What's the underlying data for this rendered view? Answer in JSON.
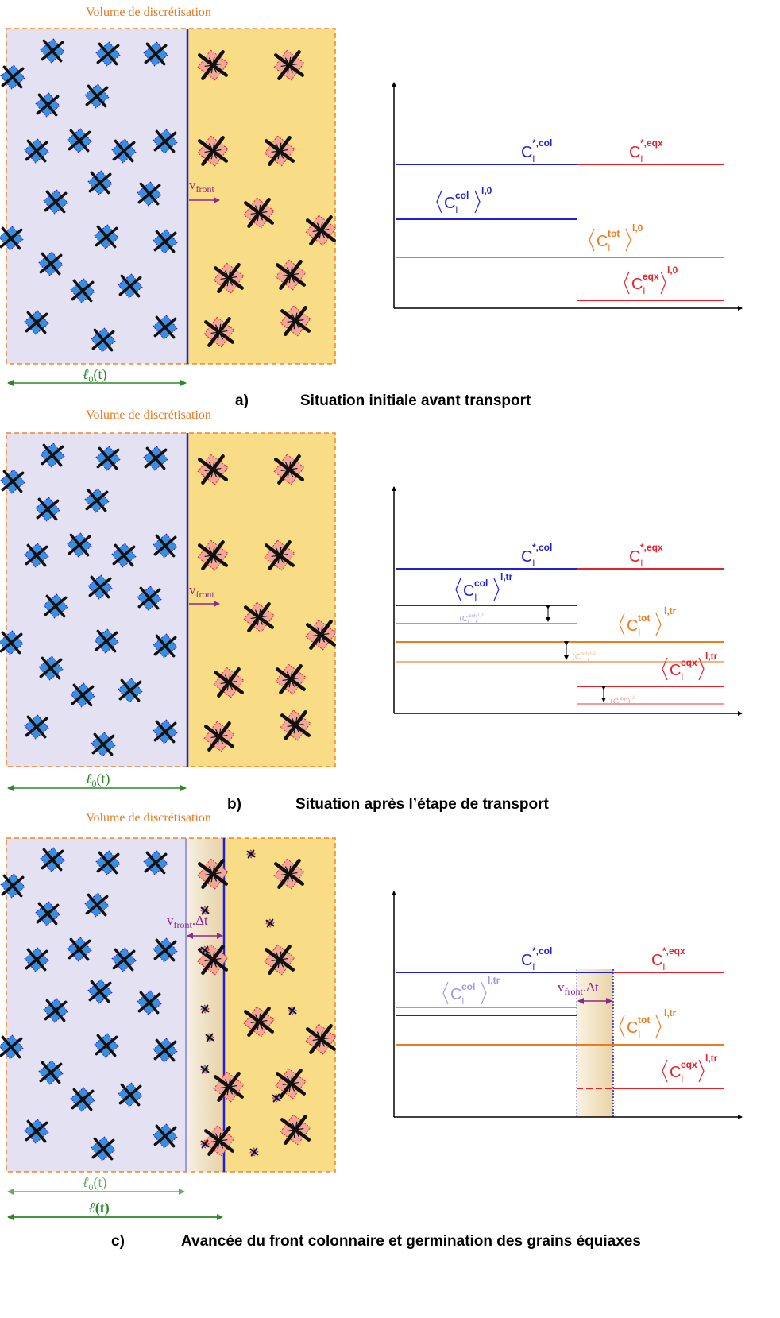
{
  "panels": [
    {
      "id": "a",
      "volume_label": "Volume de discrétisation",
      "letter": "a)",
      "caption": "Situation initiale avant transport",
      "ell0": "ℓ",
      "ell0_sub": "0",
      "ell0_suffix": "(t)",
      "vfront": "v",
      "vfront_sub": "front"
    },
    {
      "id": "b",
      "volume_label": "Volume de discrétisation",
      "letter": "b)",
      "caption": "Situation après l’étape de transport",
      "ell0": "ℓ",
      "ell0_sub": "0",
      "ell0_suffix": "(t)",
      "vfront": "v",
      "vfront_sub": "front"
    },
    {
      "id": "c",
      "volume_label": "Volume de discrétisation",
      "letter": "c)",
      "caption": "Avancée du front colonnaire et germination des grains équiaxes",
      "ell0": "ℓ",
      "ell0_sub": "0",
      "ell0_suffix": "(t)",
      "ell": "ℓ",
      "ell_suffix": "(t)",
      "vfront": "v",
      "vfront_sub": "front",
      "vfront_dt": ".Δt"
    }
  ],
  "graph_labels": {
    "C": "C",
    "sub_l": "l",
    "sup_star_col": "*,col",
    "sup_star_eqx": "*,eqx",
    "col": "col",
    "tot": "tot",
    "eqx": "eqx",
    "l0": "l,0",
    "ltr": "l,tr",
    "vfront": "v",
    "vfront_sub": "front",
    "vfront_dt": ".Δt"
  },
  "colors": {
    "blue": "#1f1fd6",
    "red": "#e8202a",
    "orange": "#f07a1e",
    "green": "#2a8a2a",
    "purple": "#8a2a8a",
    "col_zone": "#e4e2f2",
    "eqx_zone": "#f9dc86",
    "vol_border": "#f0852a"
  }
}
